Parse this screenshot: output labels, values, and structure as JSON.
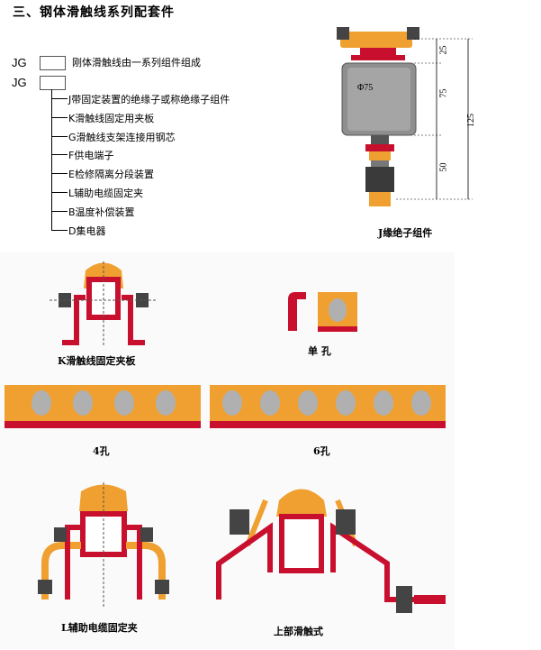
{
  "header": {
    "title": "三、钢体滑触线系列配套件"
  },
  "codes": {
    "row1_prefix": "JG",
    "row1_desc": "刚体滑触线由一系列组件组成",
    "row2_prefix": "JG",
    "items": [
      "J带固定装置的绝缘子或称绝缘子组件",
      "K滑触线固定用夹板",
      "G滑触线支架连接用钢芯",
      "F供电端子",
      "E检修隔离分段装置",
      "L辅助电缆固定夹",
      "B温度补偿装置",
      "D集电器"
    ]
  },
  "insulator": {
    "caption": "J缘绝子组件",
    "diameter_label": "Φ75",
    "dim_25": "25",
    "dim_75": "75",
    "dim_50": "50",
    "dim_125": "125"
  },
  "figures": {
    "k_clamp": "K滑触线固定夹板",
    "single_hole": "单  孔",
    "four_hole": "4孔",
    "six_hole": "6孔",
    "l_clamp": "L辅助电缆固定夹",
    "top_contact": "上部滑触式"
  },
  "colors": {
    "orange": "#f0a030",
    "red": "#c8102e",
    "grey": "#9a9a9a",
    "dark": "#3a3a3a"
  }
}
